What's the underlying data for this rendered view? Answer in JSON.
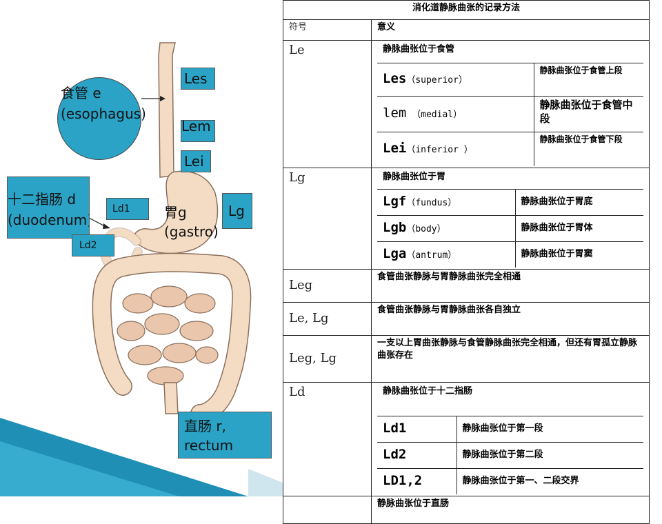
{
  "illustration": {
    "callouts": {
      "esophagus": "食管 e\n(esophagus)",
      "les": "Les",
      "lem": "Lem",
      "lei": "Lei",
      "duodenum": "十二指肠 d\n(duodenum)",
      "ld1": "Ld1",
      "ld2": "Ld2",
      "stomach": "胃g\n(gastro)",
      "lg": "Lg",
      "rectum": "直肠 r,\nrectum"
    },
    "colors": {
      "callout_bg": "#2aa3c6",
      "organ_fill": "#f4dcc4",
      "organ_stroke": "#8a6f5c",
      "slide_accent": "#1f8fb5"
    }
  },
  "table": {
    "title": "消化道静脉曲张的记录方法",
    "header": {
      "symbol": "符号",
      "meaning": "意义"
    },
    "groups": [
      {
        "symbol": "Le",
        "desc": "静脉曲张位于食管",
        "rows": [
          {
            "code": "Les",
            "detail": "（superior）",
            "meaning": "静脉曲张位于食管上段"
          },
          {
            "code": "lem",
            "detail": " （medial）",
            "meaning": "静脉曲张位于食管中段"
          },
          {
            "code": "Lei",
            "detail": "（inferior ）",
            "meaning": "静脉曲张位于食管下段"
          }
        ]
      },
      {
        "symbol": "Lg",
        "desc": "静脉曲张位于胃",
        "rows": [
          {
            "code": "Lgf",
            "detail": "（fundus）",
            "meaning": "静脉曲张位于胃底"
          },
          {
            "code": "Lgb",
            "detail": "（body）",
            "meaning": "静脉曲张位于胃体"
          },
          {
            "code": "Lga",
            "detail": "（antrum）",
            "meaning": "静脉曲张位于胃窦"
          }
        ]
      },
      {
        "symbol": "Leg",
        "desc": "食管曲张静脉与胃静脉曲张完全相通"
      },
      {
        "symbol": "Le, Lg",
        "desc": "食管曲张静脉与胃静脉曲张各自独立"
      },
      {
        "symbol": "Leg, Lg",
        "desc": "一支以上胃曲张静脉与食管静脉曲张完全相通，但还有胃孤立静脉曲张存在"
      },
      {
        "symbol": "Ld",
        "desc": "静脉曲张位于十二指肠",
        "rows": [
          {
            "code": "Ld1",
            "meaning": "静脉曲张位于第一段"
          },
          {
            "code": "Ld2",
            "meaning": "静脉曲张位于第二段"
          },
          {
            "code": "LD1,2",
            "meaning": "静脉曲张位于第一、二段交界"
          }
        ]
      },
      {
        "symbol": "",
        "desc": "静脉曲张位于直肠"
      }
    ]
  }
}
